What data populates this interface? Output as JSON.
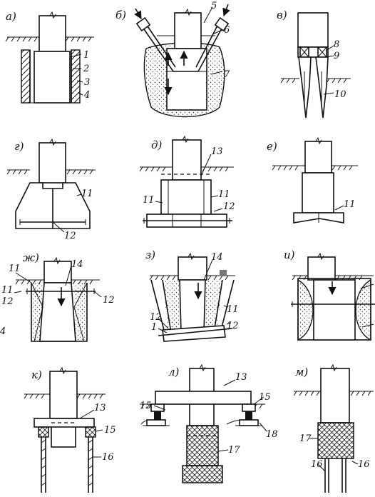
{
  "panels": [
    {
      "id": "a",
      "label": "а)",
      "callouts": [
        "1",
        "2",
        "3",
        "4"
      ]
    },
    {
      "id": "b",
      "label": "б)",
      "callouts": [
        "5",
        "6",
        "7"
      ]
    },
    {
      "id": "v",
      "label": "в)",
      "callouts": [
        "8",
        "9",
        "10"
      ]
    },
    {
      "id": "g",
      "label": "г)",
      "callouts": [
        "11",
        "12"
      ]
    },
    {
      "id": "d",
      "label": "д)",
      "callouts": [
        "13",
        "11",
        "11",
        "12"
      ]
    },
    {
      "id": "e",
      "label": "е)",
      "callouts": [
        "11"
      ]
    },
    {
      "id": "zh",
      "label": "ж)",
      "callouts": [
        "11",
        "14",
        "11",
        "12",
        "12",
        "4"
      ]
    },
    {
      "id": "z",
      "label": "з)",
      "callouts": [
        "14",
        "11",
        "12",
        "1",
        "12"
      ]
    },
    {
      "id": "i",
      "label": "и)",
      "callouts": []
    },
    {
      "id": "k",
      "label": "к)",
      "callouts": [
        "13",
        "15",
        "16"
      ]
    },
    {
      "id": "l",
      "label": "л)",
      "callouts": [
        "13",
        "15",
        "15",
        "18",
        "17"
      ]
    },
    {
      "id": "m",
      "label": "м)",
      "callouts": [
        "17",
        "16",
        "16"
      ]
    }
  ],
  "colors": {
    "ink": "#111111",
    "paper": "#ffffff"
  },
  "icons": {
    "ground_surface": "hatched-ground",
    "arrow": "arrow-head"
  }
}
